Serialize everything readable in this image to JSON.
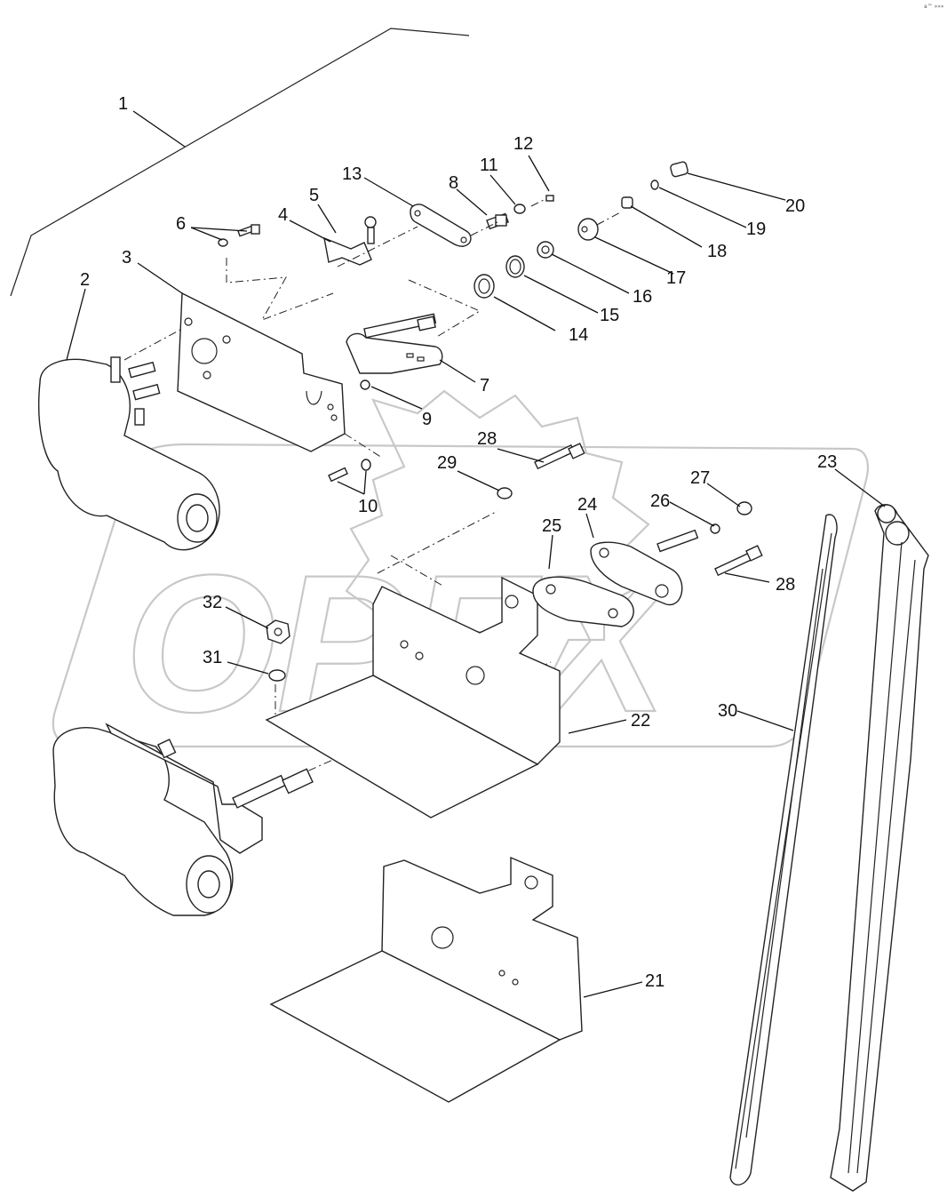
{
  "diagram": {
    "callouts": [
      "1",
      "2",
      "3",
      "4",
      "5",
      "6",
      "7",
      "8",
      "9",
      "10",
      "11",
      "12",
      "13",
      "14",
      "15",
      "16",
      "17",
      "18",
      "19",
      "20",
      "21",
      "22",
      "23",
      "24",
      "25",
      "26",
      "27",
      "28",
      "29",
      "30",
      "31",
      "32",
      "28"
    ],
    "watermark_text": "OPEX",
    "corner_mark": "a™ »»»"
  }
}
